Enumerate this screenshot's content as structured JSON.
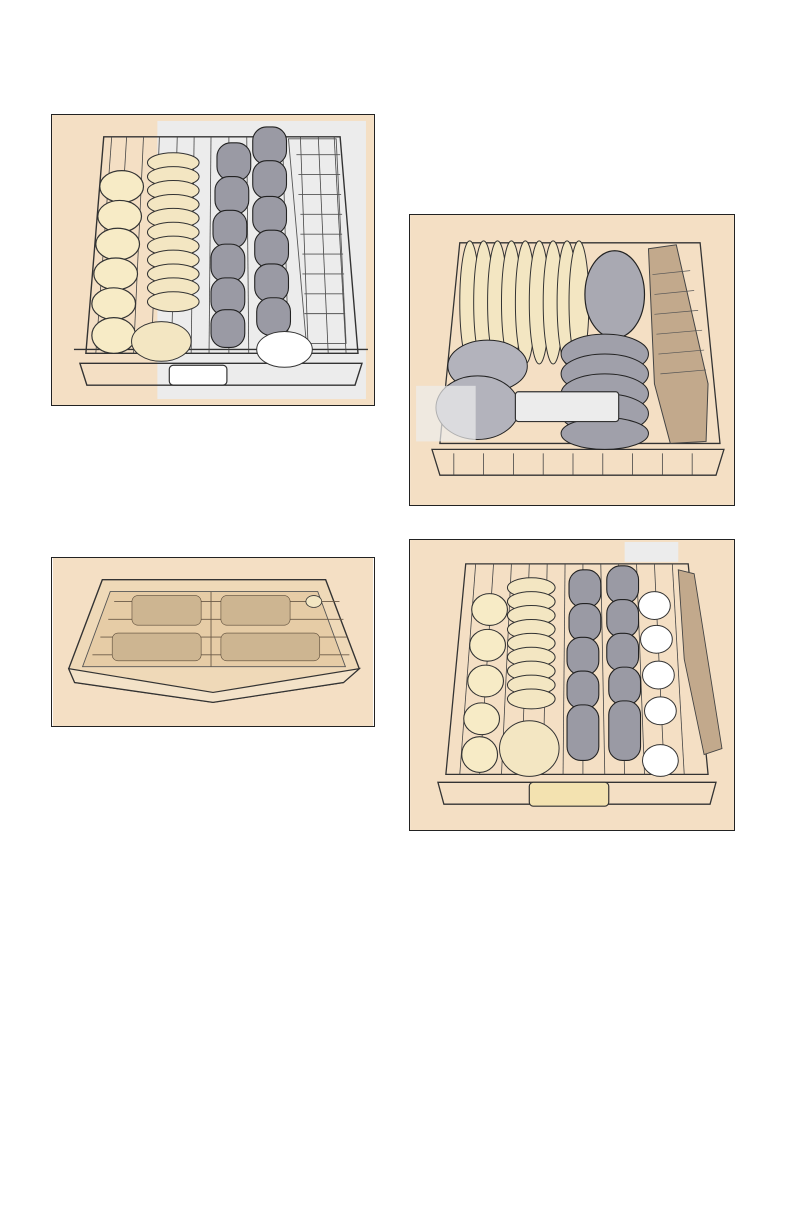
{
  "colors": {
    "panel_background": "#f4dfc4",
    "panel_border": "#222222",
    "highlight_band": "#ececec",
    "cup": "#f7ebc6",
    "plate": "#f3e6c2",
    "glass": "#9a9aa4",
    "wire": "#333333",
    "cutlery_tray": "#efd9b8",
    "basket": "#c2a98c"
  },
  "illustrations": [
    {
      "id": "upper-rack-cups-plates-glasses",
      "icon": "dishwasher-rack-icon"
    },
    {
      "id": "lower-rack-plates-bowls-basket",
      "icon": "dishwasher-rack-icon"
    },
    {
      "id": "cutlery-tray",
      "icon": "cutlery-tray-icon"
    },
    {
      "id": "upper-rack-cups-plates-glasses-alt",
      "icon": "dishwasher-rack-icon"
    }
  ]
}
